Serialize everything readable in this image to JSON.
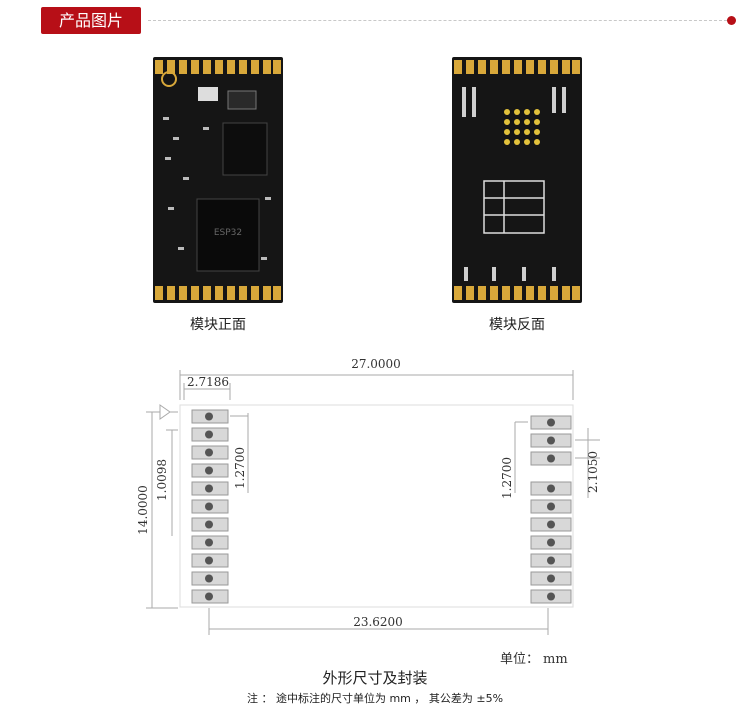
{
  "header": {
    "tag": "产品图片"
  },
  "photos": [
    {
      "caption": "模块正面"
    },
    {
      "caption": "模块反面"
    }
  ],
  "dimensions": {
    "width": "27.0000",
    "height": "14.0000",
    "first_pin_offset": "2.7186",
    "pin_pitch_left": "1.2700",
    "edge_offset": "1.0098",
    "pin_pitch_right": "1.2700",
    "pin_gap_right": "2.1050",
    "pad_span": "23.6200"
  },
  "unit_label": "单位：",
  "unit_value": "mm",
  "drawing_title": "外形尺寸及封装",
  "note": "注 ：  途中标注的尺寸单位为 mm ，  其公差为 ±5%",
  "colors": {
    "brand": "#b70f17",
    "pcb": "#141414",
    "gold": "#d8a83a"
  }
}
